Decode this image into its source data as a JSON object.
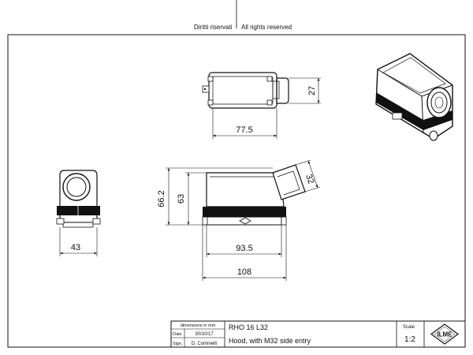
{
  "header": {
    "rights_it": "Diritti riservati",
    "rights_en": "All rights reserved"
  },
  "dimensions": {
    "top_width": "77.5",
    "top_height": "27",
    "front_width": "43",
    "side_height_total": "66.2",
    "side_height_body": "63",
    "side_entry_angle": "32",
    "side_base_width": "93.5",
    "side_total_width": "108"
  },
  "title_block": {
    "units_label": "dimensions in mm",
    "date_label": "Date",
    "date_value": "30/10/17",
    "sign_label": "Sign.",
    "sign_value": "D. Cominelli",
    "part_code": "RHO 16 L32",
    "description": "Hood, with M32 side entry",
    "scale_label": "Scale",
    "scale_value": "1:2",
    "logo_text": "ILME"
  }
}
